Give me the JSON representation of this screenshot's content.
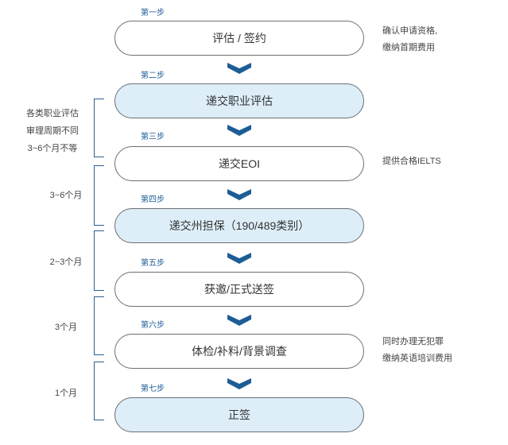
{
  "steps": [
    {
      "label": "第一步",
      "text": "评估 / 签约"
    },
    {
      "label": "第二步",
      "text": "递交职业评估"
    },
    {
      "label": "第三步",
      "text": "递交EOI"
    },
    {
      "label": "第四步",
      "text": "递交州担保（190/489类别）"
    },
    {
      "label": "第五步",
      "text": "获邀/正式送签"
    },
    {
      "label": "第六步",
      "text": "体检/补料/背景调查"
    },
    {
      "label": "第七步",
      "text": "正签"
    }
  ],
  "notes": {
    "step1": [
      "确认申请资格,",
      "缴纳首期费用"
    ],
    "step3": [
      "提供合格IELTS"
    ],
    "step6": [
      "同时办理无犯罪",
      "缴纳英语培训费用"
    ]
  },
  "durations": {
    "d1": [
      "各类职业评估",
      "审理周期不同",
      "3~6个月不等"
    ],
    "d2": "3~6个月",
    "d3": "2~3个月",
    "d4": "3个月",
    "d5": "1个月"
  },
  "colors": {
    "accent": "#1d5d96",
    "pill_highlight": "#ddeef9",
    "pill_border": "#6b6f73"
  }
}
